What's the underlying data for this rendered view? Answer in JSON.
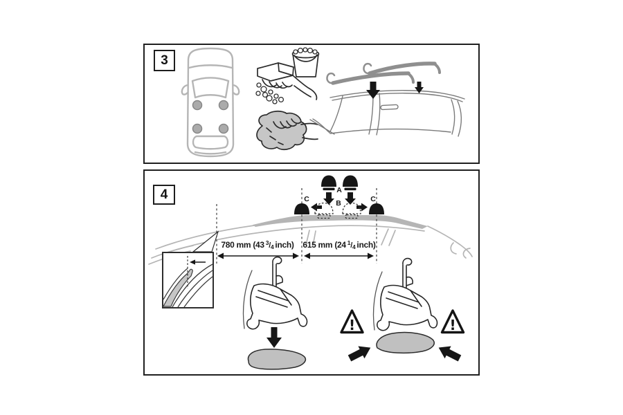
{
  "colors": {
    "ink": "#1a1a1a",
    "panel_border": "#1f1f1f",
    "car_outline_gray": "#b5b5b5",
    "fill_gray": "#c0c0c0",
    "crossbar_gray": "#8f8f8f",
    "background": "#ffffff"
  },
  "step3": {
    "step_number": "3",
    "icons": {
      "car_top": "car-top-view",
      "fixpoints": "four-roof-fixpoint-dots",
      "wash": "sponge-and-bucket",
      "dry": "drying-cloth",
      "install": "crossbars-lowered-onto-roof-with-arrows"
    }
  },
  "step4": {
    "step_number": "4",
    "position_labels": {
      "a": "A",
      "b": "B",
      "c_left": "C",
      "c_right": "C"
    },
    "measurements": {
      "rear": {
        "prefix": "780 mm (43",
        "sup": "3",
        "slash": "/",
        "sub": "4",
        "suffix": "inch)"
      },
      "front": {
        "prefix": "615 mm (24",
        "sup": "1",
        "slash": "/",
        "sub": "4",
        "suffix": "inch)"
      }
    },
    "warning_mark": "!",
    "icons": {
      "detail": "door-frame-detail-inset",
      "foot_loose": "foot-clamp-with-loose-pad",
      "foot_installed": "foot-clamp-with-pad-warnings"
    }
  }
}
